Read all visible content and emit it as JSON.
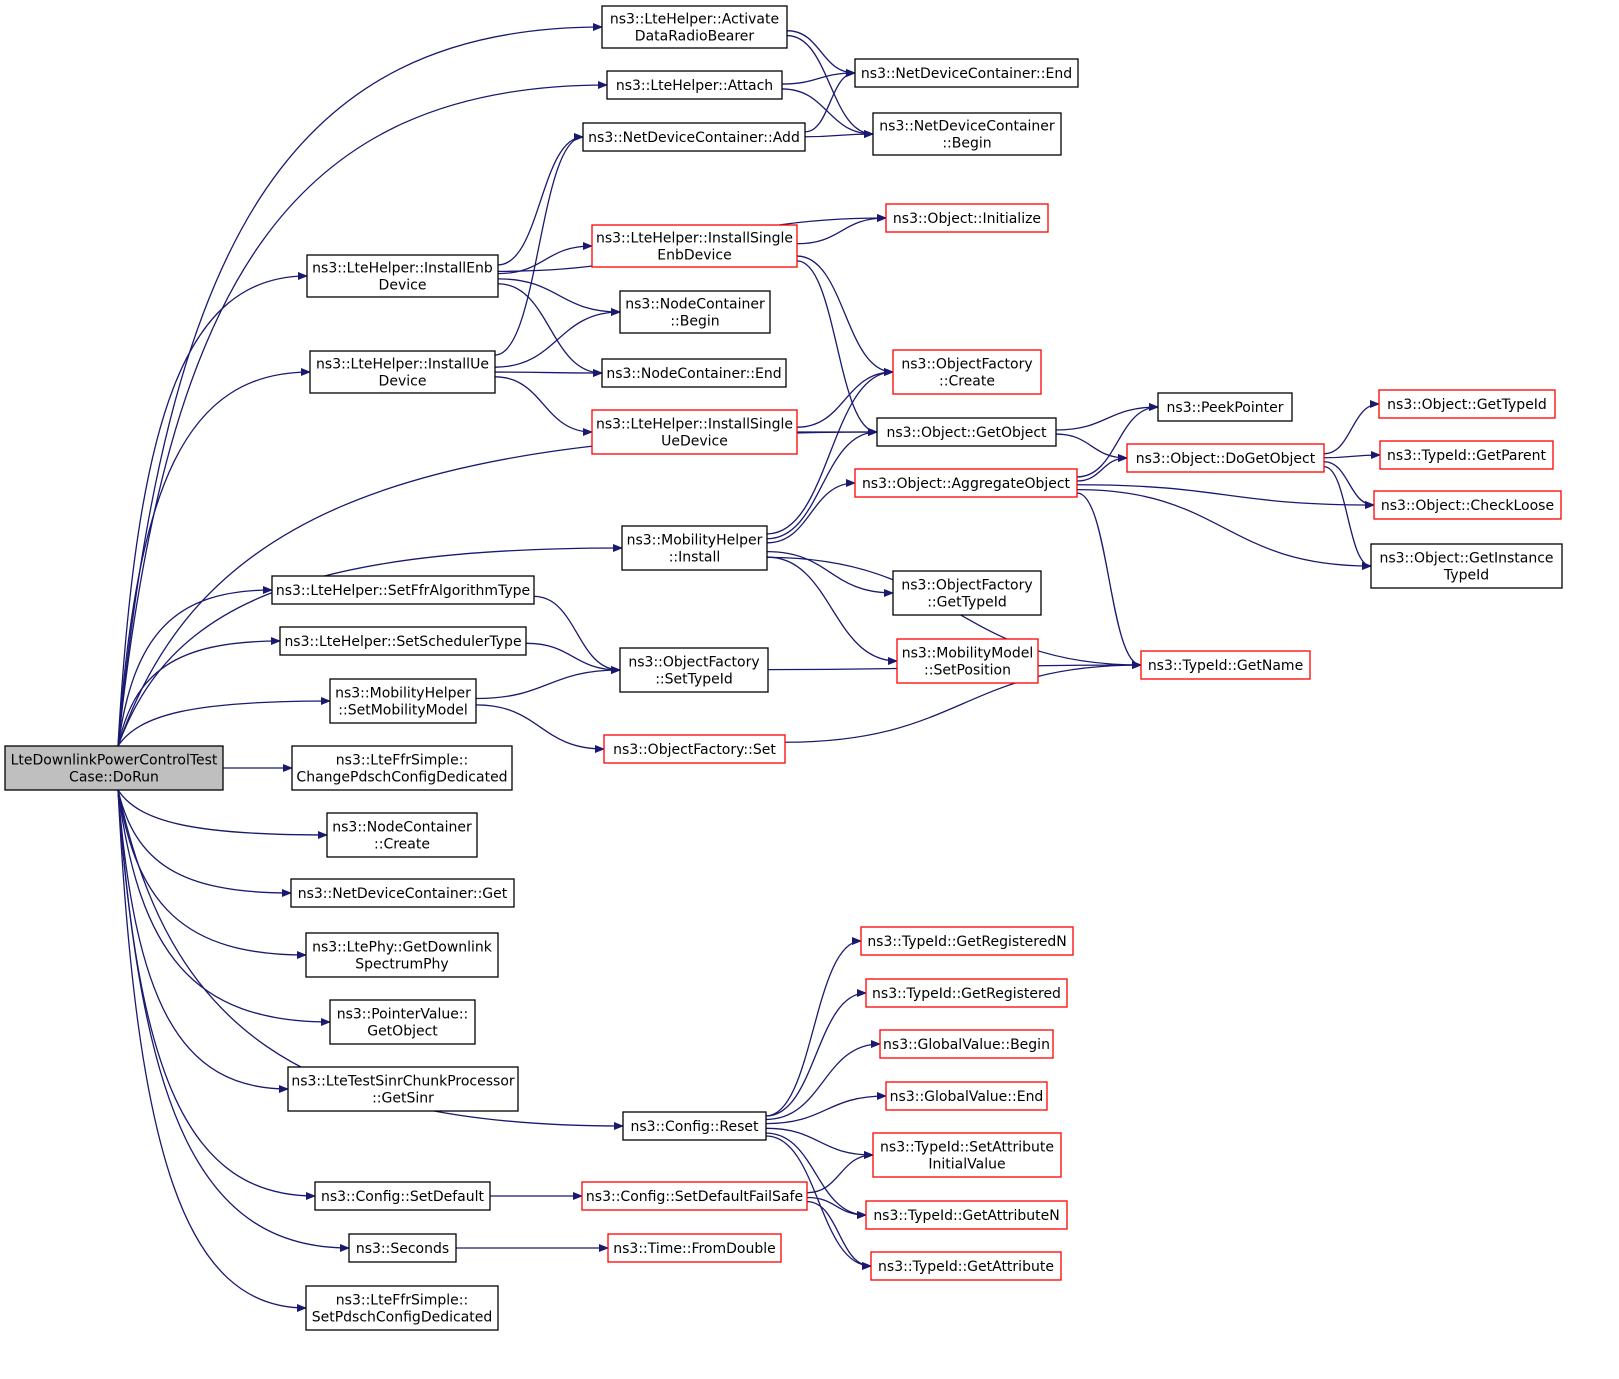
{
  "colors": {
    "edge": "#191970",
    "root_fill": "#bfbfbf",
    "node_fill": "#ffffff",
    "border_plain": "#000000",
    "border_truncated": "#ff0000"
  },
  "nodes": [
    {
      "id": "root",
      "lines": [
        "LteDownlinkPowerControlTest",
        "Case::DoRun"
      ],
      "style": "root"
    },
    {
      "id": "activate",
      "lines": [
        "ns3::LteHelper::Activate",
        "DataRadioBearer"
      ],
      "style": "plain"
    },
    {
      "id": "attach",
      "lines": [
        "ns3::LteHelper::Attach"
      ],
      "style": "plain"
    },
    {
      "id": "ndc_add",
      "lines": [
        "ns3::NetDeviceContainer::Add"
      ],
      "style": "plain"
    },
    {
      "id": "ndc_end",
      "lines": [
        "ns3::NetDeviceContainer::End"
      ],
      "style": "plain"
    },
    {
      "id": "ndc_begin",
      "lines": [
        "ns3::NetDeviceContainer",
        "::Begin"
      ],
      "style": "plain"
    },
    {
      "id": "obj_init",
      "lines": [
        "ns3::Object::Initialize"
      ],
      "style": "truncated"
    },
    {
      "id": "install_single_enb",
      "lines": [
        "ns3::LteHelper::InstallSingle",
        "EnbDevice"
      ],
      "style": "truncated"
    },
    {
      "id": "install_enb",
      "lines": [
        "ns3::LteHelper::InstallEnb",
        "Device"
      ],
      "style": "plain"
    },
    {
      "id": "nc_begin",
      "lines": [
        "ns3::NodeContainer",
        "::Begin"
      ],
      "style": "plain"
    },
    {
      "id": "install_ue",
      "lines": [
        "ns3::LteHelper::InstallUe",
        "Device"
      ],
      "style": "plain"
    },
    {
      "id": "nc_end",
      "lines": [
        "ns3::NodeContainer::End"
      ],
      "style": "plain"
    },
    {
      "id": "of_create",
      "lines": [
        "ns3::ObjectFactory",
        "::Create"
      ],
      "style": "truncated"
    },
    {
      "id": "install_single_ue",
      "lines": [
        "ns3::LteHelper::InstallSingle",
        "UeDevice"
      ],
      "style": "truncated"
    },
    {
      "id": "obj_getobject",
      "lines": [
        "ns3::Object::GetObject"
      ],
      "style": "plain"
    },
    {
      "id": "peekpointer",
      "lines": [
        "ns3::PeekPointer"
      ],
      "style": "plain"
    },
    {
      "id": "obj_gettypeid",
      "lines": [
        "ns3::Object::GetTypeId"
      ],
      "style": "truncated"
    },
    {
      "id": "obj_dogetobject",
      "lines": [
        "ns3::Object::DoGetObject"
      ],
      "style": "truncated"
    },
    {
      "id": "typeid_getparent",
      "lines": [
        "ns3::TypeId::GetParent"
      ],
      "style": "truncated"
    },
    {
      "id": "obj_aggregate",
      "lines": [
        "ns3::Object::AggregateObject"
      ],
      "style": "truncated"
    },
    {
      "id": "obj_checkloose",
      "lines": [
        "ns3::Object::CheckLoose"
      ],
      "style": "truncated"
    },
    {
      "id": "mobility_install",
      "lines": [
        "ns3::MobilityHelper",
        "::Install"
      ],
      "style": "plain"
    },
    {
      "id": "obj_getinstance",
      "lines": [
        "ns3::Object::GetInstance",
        "TypeId"
      ],
      "style": "plain"
    },
    {
      "id": "set_ffr",
      "lines": [
        "ns3::LteHelper::SetFfrAlgorithmType"
      ],
      "style": "plain"
    },
    {
      "id": "of_gettypeid",
      "lines": [
        "ns3::ObjectFactory",
        "::GetTypeId"
      ],
      "style": "plain"
    },
    {
      "id": "set_sched",
      "lines": [
        "ns3::LteHelper::SetSchedulerType"
      ],
      "style": "plain"
    },
    {
      "id": "mm_setpos",
      "lines": [
        "ns3::MobilityModel",
        "::SetPosition"
      ],
      "style": "truncated"
    },
    {
      "id": "of_settypeid",
      "lines": [
        "ns3::ObjectFactory",
        "::SetTypeId"
      ],
      "style": "plain"
    },
    {
      "id": "typeid_getname",
      "lines": [
        "ns3::TypeId::GetName"
      ],
      "style": "truncated"
    },
    {
      "id": "mh_setmobility",
      "lines": [
        "ns3::MobilityHelper",
        "::SetMobilityModel"
      ],
      "style": "plain"
    },
    {
      "id": "of_set",
      "lines": [
        "ns3::ObjectFactory::Set"
      ],
      "style": "truncated"
    },
    {
      "id": "ffr_change",
      "lines": [
        "ns3::LteFfrSimple::",
        "ChangePdschConfigDedicated"
      ],
      "style": "plain"
    },
    {
      "id": "nc_create",
      "lines": [
        "ns3::NodeContainer",
        "::Create"
      ],
      "style": "plain"
    },
    {
      "id": "ndc_get",
      "lines": [
        "ns3::NetDeviceContainer::Get"
      ],
      "style": "plain"
    },
    {
      "id": "ltephy_getdl",
      "lines": [
        "ns3::LtePhy::GetDownlink",
        "SpectrumPhy"
      ],
      "style": "plain"
    },
    {
      "id": "pv_getobject",
      "lines": [
        "ns3::PointerValue::",
        "GetObject"
      ],
      "style": "plain"
    },
    {
      "id": "sinr",
      "lines": [
        "ns3::LteTestSinrChunkProcessor",
        "::GetSinr"
      ],
      "style": "plain"
    },
    {
      "id": "typeid_getregn",
      "lines": [
        "ns3::TypeId::GetRegisteredN"
      ],
      "style": "truncated"
    },
    {
      "id": "typeid_getreg",
      "lines": [
        "ns3::TypeId::GetRegistered"
      ],
      "style": "truncated"
    },
    {
      "id": "gv_begin",
      "lines": [
        "ns3::GlobalValue::Begin"
      ],
      "style": "truncated"
    },
    {
      "id": "gv_end",
      "lines": [
        "ns3::GlobalValue::End"
      ],
      "style": "truncated"
    },
    {
      "id": "config_reset",
      "lines": [
        "ns3::Config::Reset"
      ],
      "style": "plain"
    },
    {
      "id": "typeid_setattr",
      "lines": [
        "ns3::TypeId::SetAttribute",
        "InitialValue"
      ],
      "style": "truncated"
    },
    {
      "id": "config_setdefault",
      "lines": [
        "ns3::Config::SetDefault"
      ],
      "style": "plain"
    },
    {
      "id": "config_failsafe",
      "lines": [
        "ns3::Config::SetDefaultFailSafe"
      ],
      "style": "truncated"
    },
    {
      "id": "typeid_getattrn",
      "lines": [
        "ns3::TypeId::GetAttributeN"
      ],
      "style": "truncated"
    },
    {
      "id": "seconds",
      "lines": [
        "ns3::Seconds"
      ],
      "style": "plain"
    },
    {
      "id": "time_fromdouble",
      "lines": [
        "ns3::Time::FromDouble"
      ],
      "style": "truncated"
    },
    {
      "id": "typeid_getattr",
      "lines": [
        "ns3::TypeId::GetAttribute"
      ],
      "style": "truncated"
    },
    {
      "id": "ffr_set",
      "lines": [
        "ns3::LteFfrSimple::",
        "SetPdschConfigDedicated"
      ],
      "style": "plain"
    }
  ],
  "edges": [
    {
      "from": "root",
      "to": "activate"
    },
    {
      "from": "root",
      "to": "attach"
    },
    {
      "from": "root",
      "to": "install_enb"
    },
    {
      "from": "root",
      "to": "install_ue"
    },
    {
      "from": "root",
      "to": "obj_getobject"
    },
    {
      "from": "root",
      "to": "mobility_install"
    },
    {
      "from": "root",
      "to": "set_ffr"
    },
    {
      "from": "root",
      "to": "set_sched"
    },
    {
      "from": "root",
      "to": "mh_setmobility"
    },
    {
      "from": "root",
      "to": "ffr_change"
    },
    {
      "from": "root",
      "to": "nc_create"
    },
    {
      "from": "root",
      "to": "ndc_get"
    },
    {
      "from": "root",
      "to": "ltephy_getdl"
    },
    {
      "from": "root",
      "to": "pv_getobject"
    },
    {
      "from": "root",
      "to": "sinr"
    },
    {
      "from": "root",
      "to": "config_reset"
    },
    {
      "from": "root",
      "to": "config_setdefault"
    },
    {
      "from": "root",
      "to": "seconds"
    },
    {
      "from": "root",
      "to": "ffr_set"
    },
    {
      "from": "activate",
      "to": "ndc_end"
    },
    {
      "from": "activate",
      "to": "ndc_begin"
    },
    {
      "from": "attach",
      "to": "ndc_end"
    },
    {
      "from": "attach",
      "to": "ndc_begin"
    },
    {
      "from": "ndc_add",
      "to": "ndc_end"
    },
    {
      "from": "ndc_add",
      "to": "ndc_begin"
    },
    {
      "from": "install_enb",
      "to": "ndc_add"
    },
    {
      "from": "install_enb",
      "to": "obj_init"
    },
    {
      "from": "install_enb",
      "to": "install_single_enb"
    },
    {
      "from": "install_enb",
      "to": "nc_begin"
    },
    {
      "from": "install_enb",
      "to": "nc_end"
    },
    {
      "from": "install_ue",
      "to": "ndc_add"
    },
    {
      "from": "install_ue",
      "to": "nc_begin"
    },
    {
      "from": "install_ue",
      "to": "nc_end"
    },
    {
      "from": "install_ue",
      "to": "install_single_ue"
    },
    {
      "from": "install_single_enb",
      "to": "obj_init"
    },
    {
      "from": "install_single_enb",
      "to": "of_create"
    },
    {
      "from": "install_single_enb",
      "to": "obj_getobject"
    },
    {
      "from": "install_single_ue",
      "to": "of_create"
    },
    {
      "from": "install_single_ue",
      "to": "obj_getobject"
    },
    {
      "from": "obj_getobject",
      "to": "peekpointer"
    },
    {
      "from": "obj_getobject",
      "to": "obj_dogetobject"
    },
    {
      "from": "obj_dogetobject",
      "to": "obj_gettypeid"
    },
    {
      "from": "obj_dogetobject",
      "to": "typeid_getparent"
    },
    {
      "from": "obj_dogetobject",
      "to": "obj_checkloose"
    },
    {
      "from": "obj_dogetobject",
      "to": "obj_getinstance"
    },
    {
      "from": "obj_aggregate",
      "to": "peekpointer"
    },
    {
      "from": "obj_aggregate",
      "to": "obj_dogetobject"
    },
    {
      "from": "obj_aggregate",
      "to": "obj_checkloose"
    },
    {
      "from": "obj_aggregate",
      "to": "obj_getinstance"
    },
    {
      "from": "obj_aggregate",
      "to": "typeid_getname"
    },
    {
      "from": "mobility_install",
      "to": "of_create"
    },
    {
      "from": "mobility_install",
      "to": "obj_getobject"
    },
    {
      "from": "mobility_install",
      "to": "obj_aggregate"
    },
    {
      "from": "mobility_install",
      "to": "of_gettypeid"
    },
    {
      "from": "mobility_install",
      "to": "mm_setpos"
    },
    {
      "from": "mobility_install",
      "to": "typeid_getname"
    },
    {
      "from": "set_ffr",
      "to": "of_settypeid"
    },
    {
      "from": "set_sched",
      "to": "of_settypeid"
    },
    {
      "from": "mh_setmobility",
      "to": "of_settypeid"
    },
    {
      "from": "mh_setmobility",
      "to": "of_set"
    },
    {
      "from": "of_settypeid",
      "to": "typeid_getname"
    },
    {
      "from": "of_set",
      "to": "typeid_getname"
    },
    {
      "from": "config_reset",
      "to": "typeid_getregn"
    },
    {
      "from": "config_reset",
      "to": "typeid_getreg"
    },
    {
      "from": "config_reset",
      "to": "gv_begin"
    },
    {
      "from": "config_reset",
      "to": "gv_end"
    },
    {
      "from": "config_reset",
      "to": "typeid_setattr"
    },
    {
      "from": "config_reset",
      "to": "typeid_getattrn"
    },
    {
      "from": "config_reset",
      "to": "typeid_getattr"
    },
    {
      "from": "config_setdefault",
      "to": "config_failsafe"
    },
    {
      "from": "config_failsafe",
      "to": "typeid_setattr"
    },
    {
      "from": "config_failsafe",
      "to": "typeid_getattrn"
    },
    {
      "from": "config_failsafe",
      "to": "typeid_getattr"
    },
    {
      "from": "seconds",
      "to": "time_fromdouble"
    }
  ]
}
